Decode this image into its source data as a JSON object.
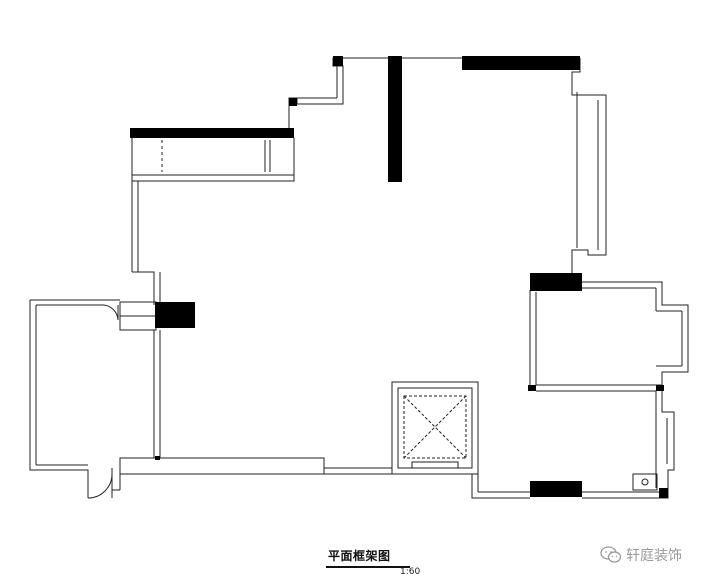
{
  "drawing": {
    "title": "平面框架图",
    "scale": "1:60"
  },
  "watermark": {
    "text": "轩庭装饰",
    "icon": "wechat-icon"
  },
  "colors": {
    "wall": "#000000",
    "line": "#222222",
    "background": "#ffffff"
  }
}
